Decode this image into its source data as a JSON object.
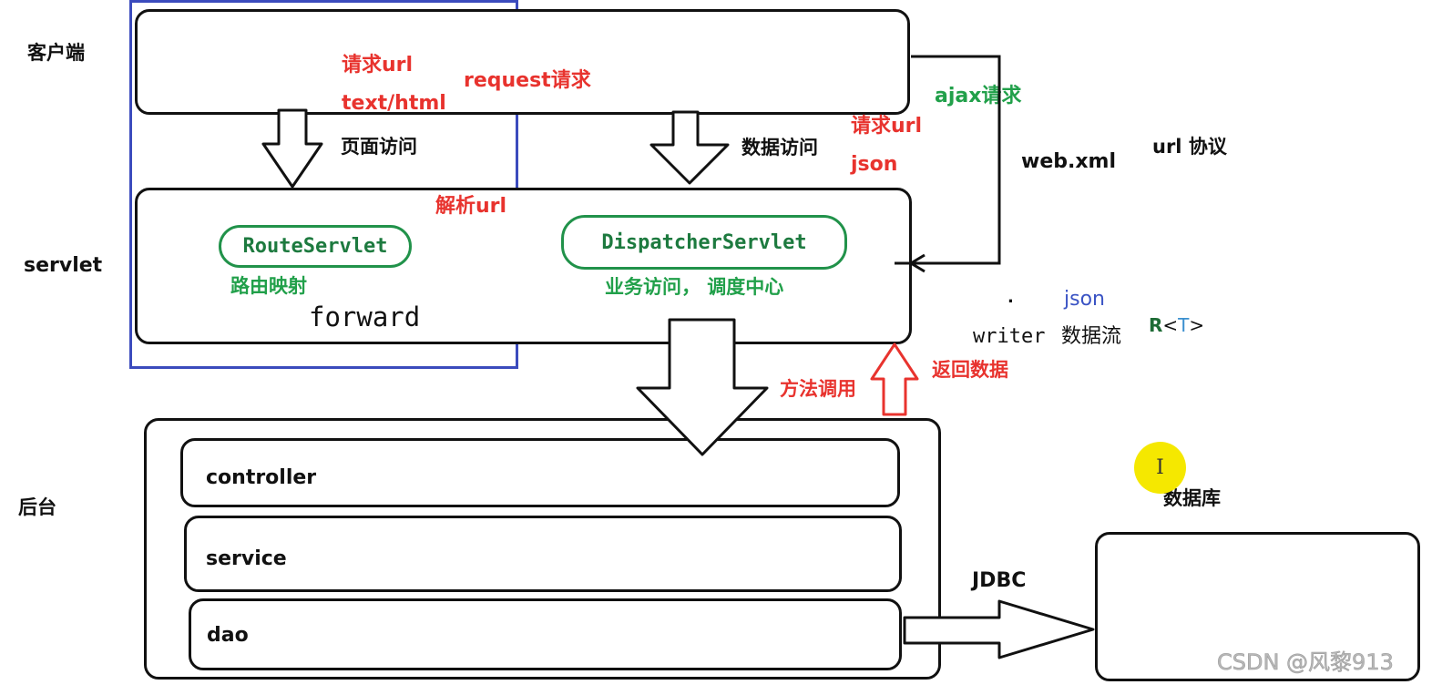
{
  "layers": {
    "client": "客户端",
    "servlet": "servlet",
    "backend": "后台",
    "database": "数据库"
  },
  "client_box": {
    "request_url": "请求url",
    "text_html": "text/html",
    "request_label": "request请求"
  },
  "flows": {
    "page_access": "页面访问",
    "data_access": "数据访问",
    "request_url_2": "请求url",
    "json_1": "json",
    "ajax_request": "ajax请求",
    "web_xml": "web.xml",
    "url_protocol": "url 协议",
    "parse_url": "解析url",
    "method_call": "方法调用",
    "return_data": "返回数据",
    "jdbc": "JDBC"
  },
  "servlet_box": {
    "route_servlet": "RouteServlet",
    "route_mapping": "路由映射",
    "forward": "forward",
    "dispatcher_servlet": "DispatcherServlet",
    "dispatcher_desc": "业务访问， 调度中心"
  },
  "side_notes": {
    "dot": ".",
    "json_2": "json",
    "writer": "writer",
    "data_stream": "数据流",
    "r_prefix": "R",
    "r_generic_open": "<",
    "r_generic_t": "T",
    "r_generic_close": ">"
  },
  "backend_layers": {
    "controller": "controller",
    "service": "service",
    "dao": "dao"
  },
  "cursor_glyph": "I",
  "watermark": "CSDN @风黎913",
  "colors": {
    "red": "#e8332e",
    "green": "#21a04a",
    "blue": "#3a53c4",
    "cursor_highlight": "#f5e800",
    "outline": "#111111",
    "selection_frame": "#3b4bbd"
  }
}
